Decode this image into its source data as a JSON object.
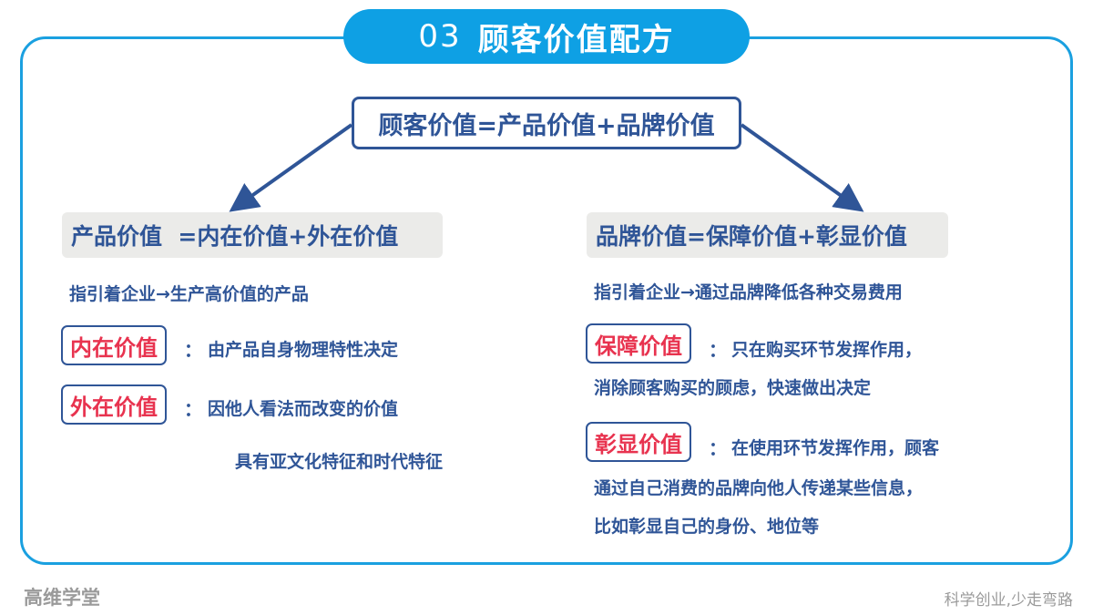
{
  "header": {
    "number": "03",
    "title": "顾客价值配方"
  },
  "formula": "顾客价值=产品价值+品牌价值",
  "left": {
    "band": "产品价值  =内在价值+外在价值",
    "guide": "指引着企业→生产高价值的产品",
    "items": [
      {
        "tag": "内在价值",
        "colon": "：",
        "lines": [
          "由产品自身物理特性决定"
        ]
      },
      {
        "tag": "外在价值",
        "colon": "：",
        "lines": [
          "因他人看法而改变的价值",
          "具有亚文化特征和时代特征"
        ]
      }
    ]
  },
  "right": {
    "band": "品牌价值=保障价值+彰显价值",
    "guide": "指引着企业→通过品牌降低各种交易费用",
    "items": [
      {
        "tag": "保障价值",
        "colon": "：",
        "lines": [
          "只在购买环节发挥作用，",
          "消除顾客购买的顾虑，快速做出决定"
        ]
      },
      {
        "tag": "彰显价值",
        "colon": "：",
        "lines": [
          "在使用环节发挥作用，顾客",
          "通过自己消费的品牌向他人传递某些信息，",
          "比如彰显自己的身份、地位等"
        ]
      }
    ]
  },
  "footer": {
    "brand": "高维学堂",
    "slogan": "科学创业,少走弯路"
  },
  "colors": {
    "accent_blue": "#0ea0e4",
    "navy": "#2f5597",
    "highlight_red": "#e8334f",
    "band_gray": "#ebebe9"
  }
}
